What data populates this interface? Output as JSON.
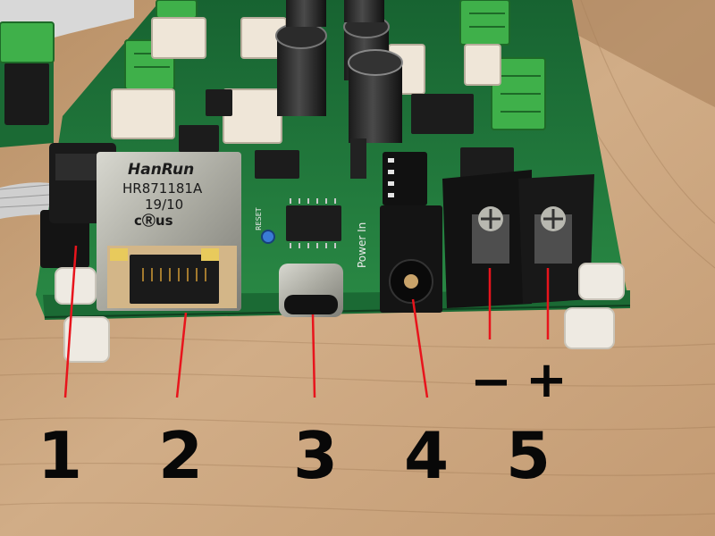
{
  "photo": {
    "callouts": [
      {
        "number": "1",
        "color": "#e8141c"
      },
      {
        "number": "2",
        "color": "#e8141c"
      },
      {
        "number": "3",
        "color": "#e8141c"
      },
      {
        "number": "4",
        "color": "#e8141c"
      },
      {
        "number": "5",
        "color": "#e8141c"
      }
    ],
    "polarity": {
      "minus": "−",
      "plus": "+"
    },
    "jack_text": {
      "brand": "HanRun",
      "part": "HR871181A",
      "date": "19/10",
      "cert": "cⓇus"
    },
    "silkscreen": {
      "power_in": "Power In",
      "reset": "RESET"
    },
    "colors": {
      "wood": "#c9a57f",
      "pcb": "#1f7a3a",
      "terminal": "#3fb04a",
      "callout_line": "#e8141c",
      "text": "#080808"
    }
  }
}
